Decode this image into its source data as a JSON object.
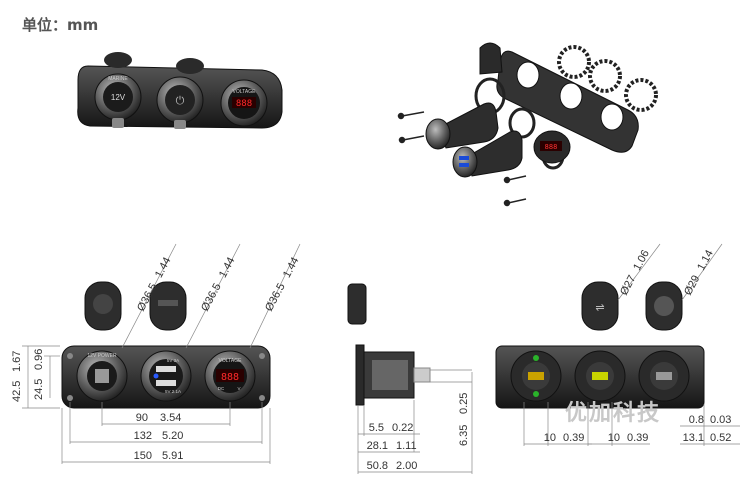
{
  "header": {
    "unit_label": "单位：mm"
  },
  "watermark": "优加科技",
  "product_labels": {
    "outlet_text": "MARINE",
    "outlet_voltage": "12V",
    "volt_text": "VOLTAGE",
    "volt_dc": "DC",
    "volt_v": "V",
    "usb_a": "5V 3A",
    "usb_b": "5V 2.1A",
    "front_outlet": "12V POWER"
  },
  "front_dims": {
    "dia1": "Ø36.5",
    "dia1_in": "1.44",
    "dia2": "Ø36.5",
    "dia2_in": "1.44",
    "dia3": "Ø36.5",
    "dia3_in": "1.44",
    "h_total": "42.5",
    "h_total_in": "1.67",
    "h_half": "24.5",
    "h_half_in": "0.96",
    "w_90": "90",
    "w_90_in": "3.54",
    "w_132": "132",
    "w_132_in": "5.20",
    "w_150": "150",
    "w_150_in": "5.91"
  },
  "side_dims": {
    "d_5_5": "5.5",
    "d_5_5_in": "0.22",
    "d_28_1": "28.1",
    "d_28_1_in": "1.11",
    "d_50_8": "50.8",
    "d_50_8_in": "2.00",
    "d_6_35": "6.35",
    "d_6_35_in": "0.25"
  },
  "back_dims": {
    "dia27": "Ø27",
    "dia27_in": "1.06",
    "dia29": "Ø29",
    "dia29_in": "1.14",
    "d10a": "10",
    "d10a_in": "0.39",
    "d10b": "10",
    "d10b_in": "0.39",
    "d08": "0.8",
    "d08_in": "0.03",
    "d131": "13.1",
    "d131_in": "0.52"
  }
}
